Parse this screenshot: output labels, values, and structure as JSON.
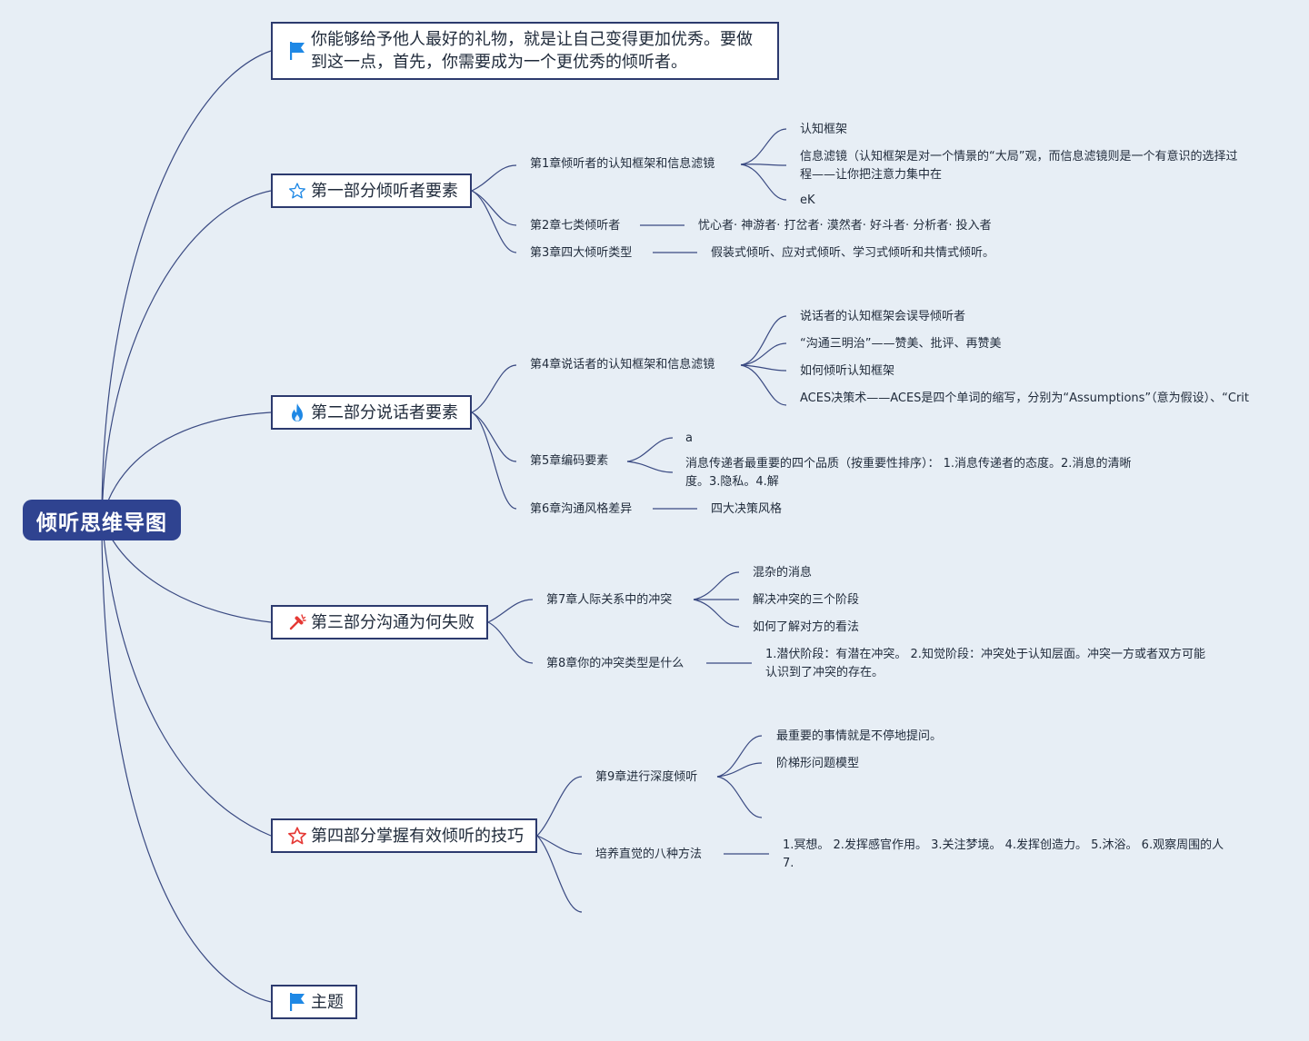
{
  "root": {
    "title": "倾听思维导图"
  },
  "icons": {
    "flag": "flag-icon",
    "star_outline": "star-outline-icon",
    "fire": "fire-icon",
    "hammer": "hammer-icon",
    "star_red": "star-icon"
  },
  "colors": {
    "background": "#e7eef5",
    "root_fill": "#2f4390",
    "line": "#3a4a82",
    "topic_border": "#2c3a6e",
    "flag": "#1e88e5",
    "fire": "#1e88e5",
    "star_red": "#e53935",
    "hammer_red": "#e53935"
  },
  "intro": {
    "text": "你能够给予他人最好的礼物，就是让自己变得更加优秀。要做到这一点，首先，你需要成为一个更优秀的倾听者。"
  },
  "part1": {
    "title": "第一部分倾听者要素",
    "ch1": {
      "label": "第1章倾听者的认知框架和信息滤镜",
      "items": [
        "认知框架",
        "信息滤镜（认知框架是对一个情景的“大局”观，而信息滤镜则是一个有意识的选择过程——让你把注意力集中在",
        "eK"
      ]
    },
    "ch2": {
      "label": "第2章七类倾听者",
      "detail": "忧心者· 神游者· 打岔者· 漠然者· 好斗者· 分析者· 投入者"
    },
    "ch3": {
      "label": "第3章四大倾听类型",
      "detail": "假装式倾听、应对式倾听、学习式倾听和共情式倾听。"
    }
  },
  "part2": {
    "title": "第二部分说话者要素",
    "ch4": {
      "label": "第4章说话者的认知框架和信息滤镜",
      "items": [
        "说话者的认知框架会误导倾听者",
        "“沟通三明治”——赞美、批评、再赞美",
        "如何倾听认知框架",
        "ACES决策术——ACES是四个单词的缩写，分别为“Assumptions”（意为假设）、“Crit"
      ]
    },
    "ch5": {
      "label": "第5章编码要素",
      "items": [
        "a",
        "消息传递者最重要的四个品质（按重要性排序）： 1.消息传递者的态度。2.消息的清晰度。3.隐私。4.解"
      ]
    },
    "ch6": {
      "label": "第6章沟通风格差异",
      "detail": "四大决策风格"
    }
  },
  "part3": {
    "title": "第三部分沟通为何失败",
    "ch7": {
      "label": "第7章人际关系中的冲突",
      "items": [
        "混杂的消息",
        "解决冲突的三个阶段",
        "如何了解对方的看法"
      ]
    },
    "ch8": {
      "label": "第8章你的冲突类型是什么",
      "detail": "1.潜伏阶段：有潜在冲突。 2.知觉阶段：冲突处于认知层面。冲突一方或者双方可能认识到了冲突的存在。"
    }
  },
  "part4": {
    "title": "第四部分掌握有效倾听的技巧",
    "ch9": {
      "label": "第9章进行深度倾听",
      "items": [
        "最重要的事情就是不停地提问。",
        "阶梯形问题模型"
      ]
    },
    "intuition": {
      "label": "培养直觉的八种方法",
      "detail": "1.冥想。 2.发挥感官作用。 3.关注梦境。 4.发挥创造力。 5.沐浴。 6.观察周围的人 7."
    }
  },
  "topic_last": {
    "title": "主题"
  }
}
